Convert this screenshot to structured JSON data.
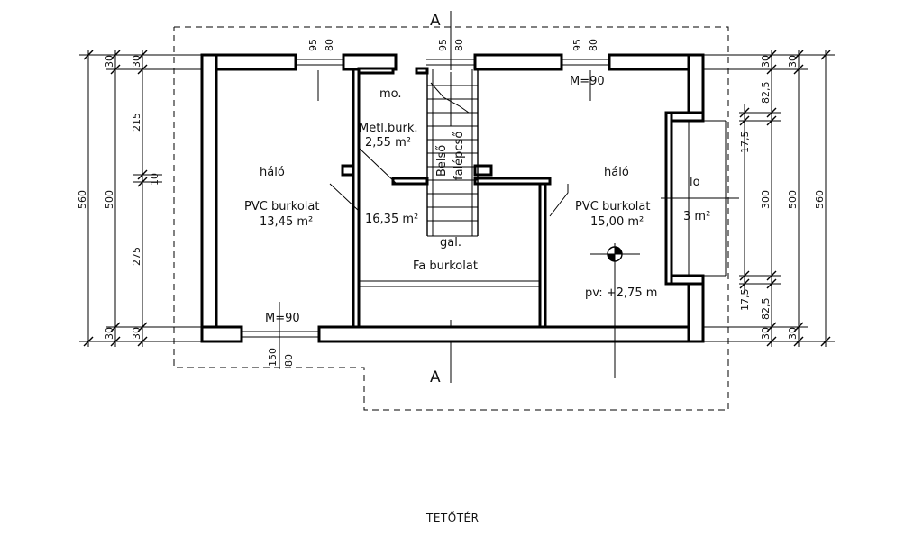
{
  "drawing_title": "TETŐTÉR",
  "section_marker": "A",
  "rooms": {
    "left": {
      "name": "háló",
      "finish": "PVC burkolat",
      "area": "13,45 m²"
    },
    "storage": {
      "name": "mo.",
      "finish": "Metl.burk.",
      "area": "2,55 m²"
    },
    "hall": {
      "area": "16,35 m²",
      "gallery": "gal.",
      "finish": "Fa burkolat"
    },
    "stair": {
      "label_1": "Belső",
      "label_2": "falépcső"
    },
    "right": {
      "name": "háló",
      "finish": "PVC burkolat",
      "area": "15,00 m²",
      "level": "pv: +2,75 m"
    },
    "loggia": {
      "name": "lo",
      "area": "3 m²"
    }
  },
  "openings": {
    "top_left": {
      "width": "95",
      "height": "80"
    },
    "stair_window": {
      "width": "95",
      "height": "80"
    },
    "top_right": {
      "width": "95",
      "height": "80"
    },
    "top_right_door": "M=90",
    "bottom_left_door": "M=90",
    "bottom_left_window": {
      "width": "150",
      "height": "80"
    }
  },
  "dimensions": {
    "left_outer": "560",
    "left_inner": "500",
    "left_parts": [
      "30",
      "215",
      "10",
      "275",
      "30"
    ],
    "left_extra_top": "30",
    "left_extra_bottom": "30",
    "right_outer": "560",
    "right_inner": "500",
    "right_opening": "300",
    "right_parts": [
      "30",
      "82,5",
      "17,5",
      "17,5",
      "82,5",
      "30"
    ],
    "right_extra_top": "30",
    "right_extra_bottom": "30"
  }
}
